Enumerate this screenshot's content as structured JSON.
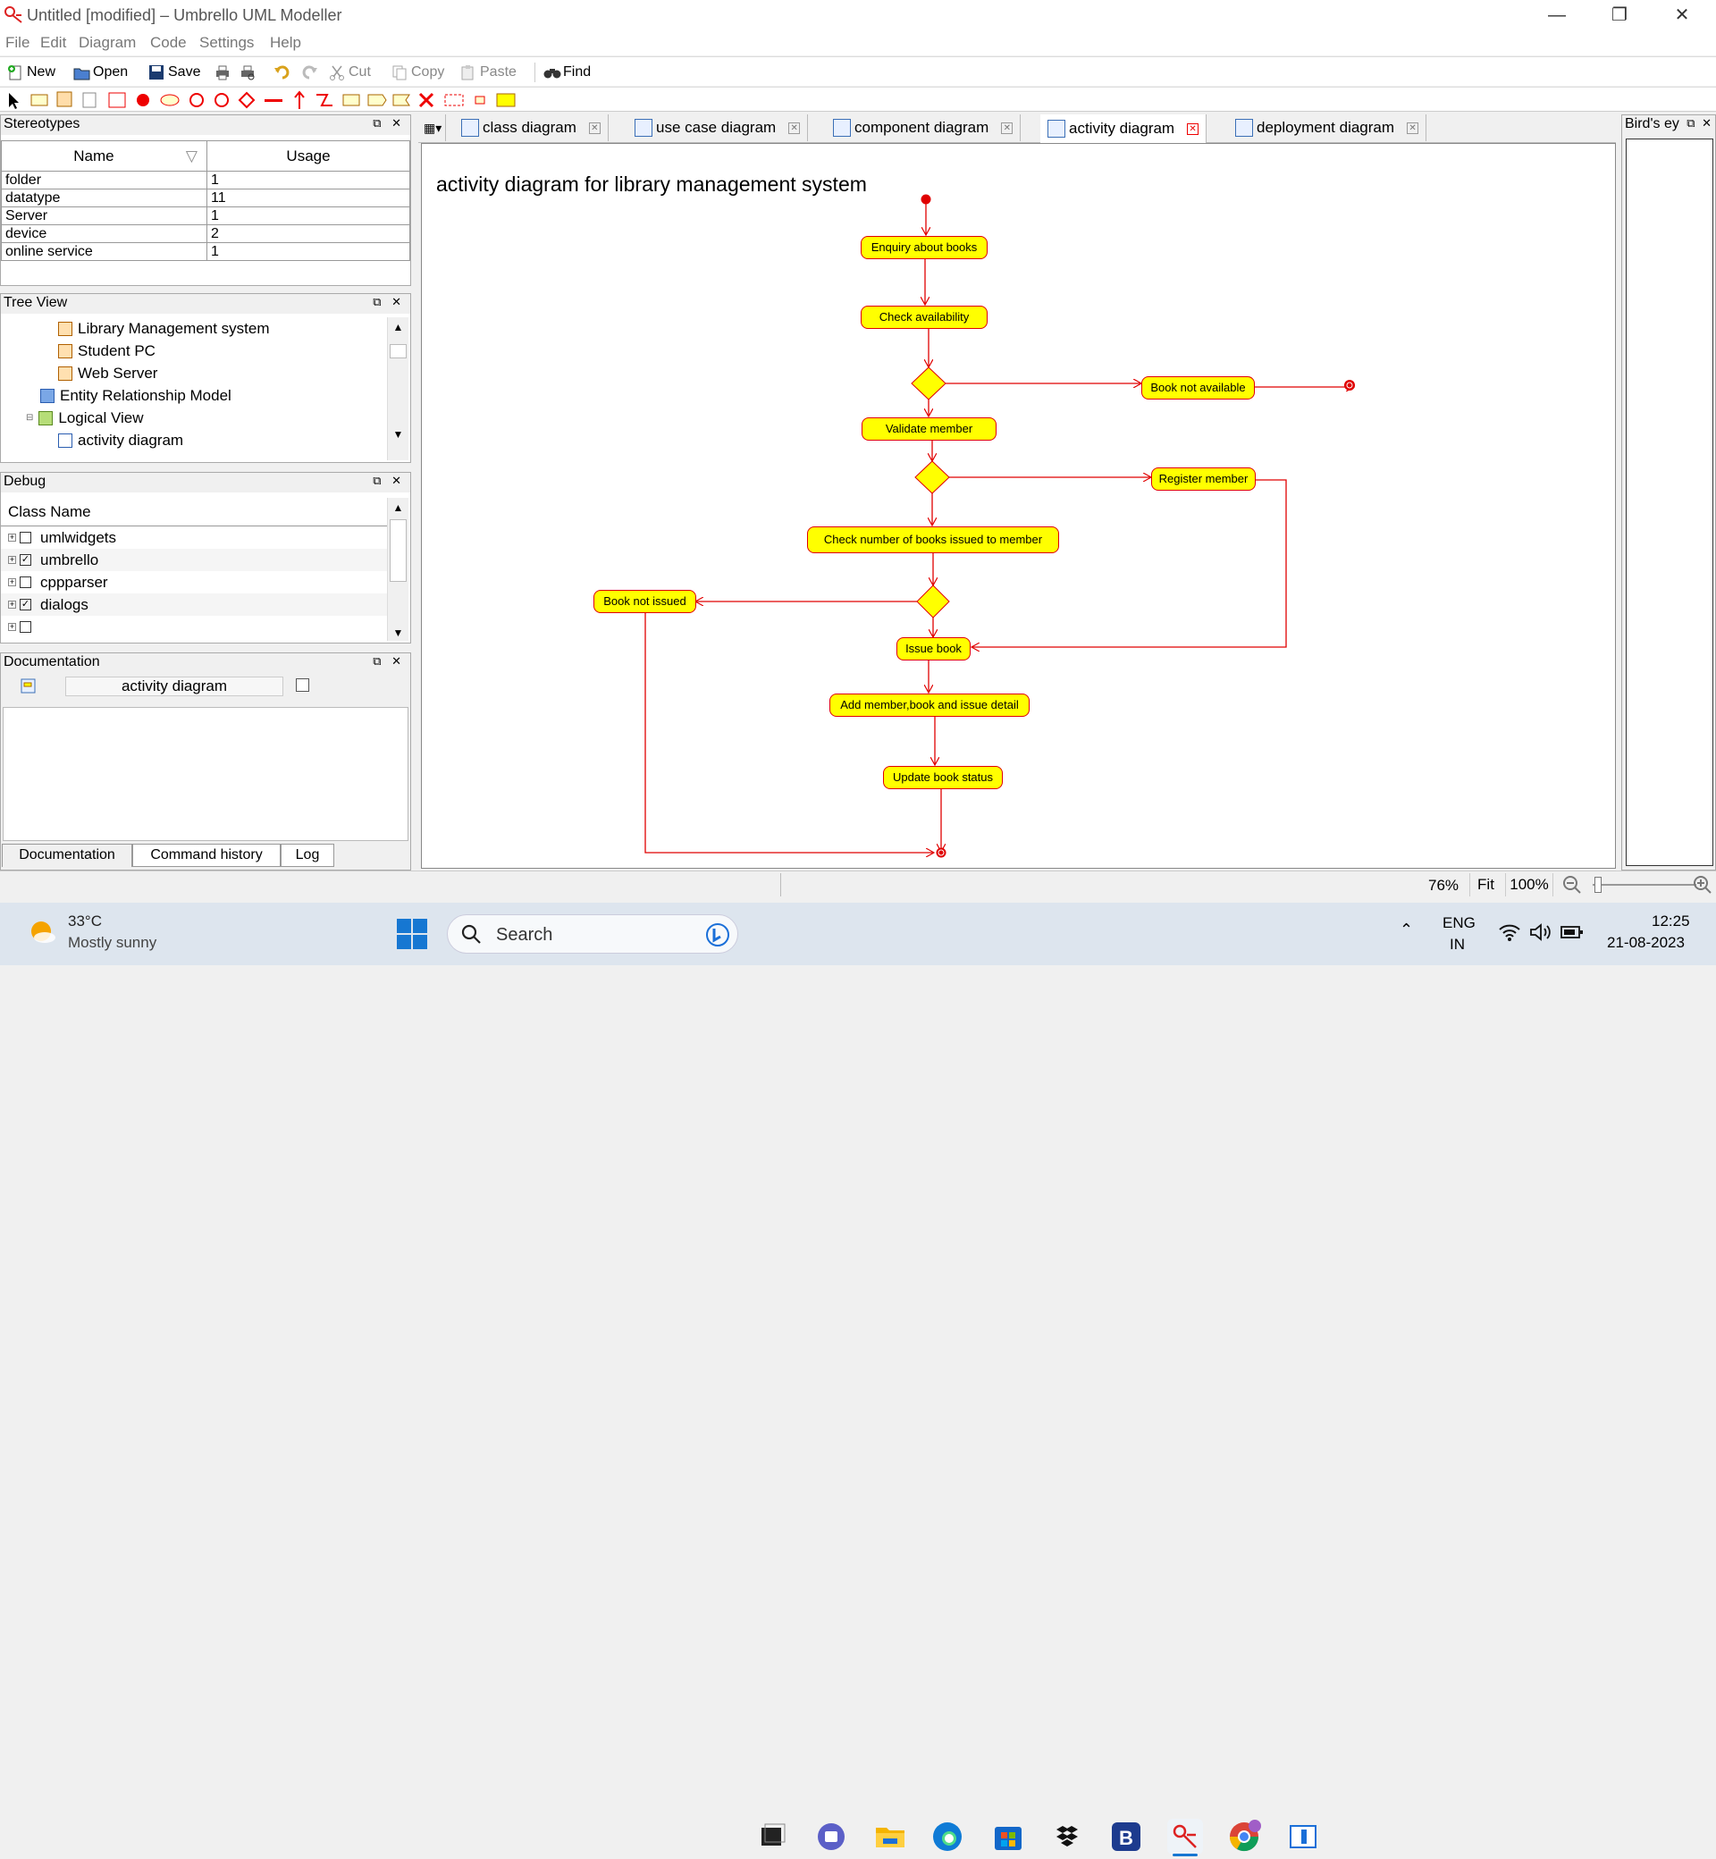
{
  "window": {
    "title": "Untitled [modified] – Umbrello UML Modeller"
  },
  "menubar": [
    "File",
    "Edit",
    "Diagram",
    "Code",
    "Settings",
    "Help"
  ],
  "toolbar": {
    "new": "New",
    "open": "Open",
    "save": "Save",
    "cut": "Cut",
    "copy": "Copy",
    "paste": "Paste",
    "find": "Find"
  },
  "stereotypes": {
    "title": "Stereotypes",
    "col_name": "Name",
    "col_usage": "Usage",
    "rows": [
      {
        "name": "folder",
        "usage": "1"
      },
      {
        "name": "datatype",
        "usage": "11"
      },
      {
        "name": "Server",
        "usage": "1"
      },
      {
        "name": "device",
        "usage": "2"
      },
      {
        "name": "online service",
        "usage": "1"
      }
    ]
  },
  "treeview": {
    "title": "Tree View",
    "items": [
      {
        "label": "Library Management system"
      },
      {
        "label": "Student PC"
      },
      {
        "label": "Web Server"
      },
      {
        "label": "Entity Relationship Model"
      },
      {
        "label": "Logical View"
      },
      {
        "label": "activity diagram"
      }
    ]
  },
  "debug": {
    "title": "Debug",
    "col": "Class Name",
    "rows": [
      {
        "label": "umlwidgets",
        "checked": false
      },
      {
        "label": "umbrello",
        "checked": true
      },
      {
        "label": "cppparser",
        "checked": false
      },
      {
        "label": "dialogs",
        "checked": true
      },
      {
        "label": "",
        "checked": false
      }
    ]
  },
  "documentation": {
    "title": "Documentation",
    "name": "activity diagram",
    "tabs": [
      "Documentation",
      "Command history",
      "Log"
    ]
  },
  "tabs": [
    "class diagram",
    "use case diagram",
    "component diagram",
    "activity diagram",
    "deployment diagram"
  ],
  "active_tab": "activity diagram",
  "birdseye": {
    "title": "Bird's ey"
  },
  "diagram": {
    "title": "activity diagram for library management system",
    "activities": {
      "enquiry": "Enquiry about books",
      "check": "Check availability",
      "notavail": "Book not available",
      "validate": "Validate member",
      "register": "Register member",
      "checknum": "Check number of books issued to member",
      "notissued": "Book not issued",
      "issue": "Issue book",
      "add": "Add member,book and issue detail",
      "update": "Update book status"
    }
  },
  "status": {
    "zoom": "76%",
    "fit": "Fit",
    "hundred": "100%"
  },
  "taskbar": {
    "temp": "33°C",
    "weather": "Mostly sunny",
    "search": "Search",
    "lang1": "ENG",
    "lang2": "IN",
    "time": "12:25",
    "date": "21-08-2023"
  },
  "colors": {
    "activity_fill": "#ffff00",
    "line": "#e00000",
    "taskbar": "#dde5ee"
  }
}
